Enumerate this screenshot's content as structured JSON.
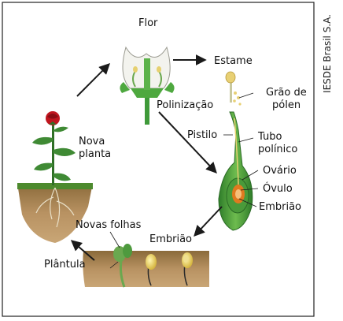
{
  "labels": {
    "flor": "Flor",
    "estame": "Estame",
    "grao_de": "Grão de",
    "polen": "pólen",
    "polinizacao": "Polinização",
    "pistilo": "Pistilo",
    "tubo": "Tubo",
    "polinico": "polínico",
    "ovario": "Ovário",
    "ovulo": "Óvulo",
    "embriao_flor": "Embrião",
    "embriao_semente": "Embrião",
    "nova": "Nova",
    "planta": "planta",
    "novas_folhas": "Novas folhas",
    "plantula": "Plântula"
  },
  "credit": "IESDE Brasil S.A.",
  "colors": {
    "arrow": "#1a1a1a",
    "soil": "#a8824e",
    "leaf": "#3f9a3a",
    "petal": "#f3f3ee",
    "rose": "#c0151e",
    "ovary": "#e07a1f"
  }
}
